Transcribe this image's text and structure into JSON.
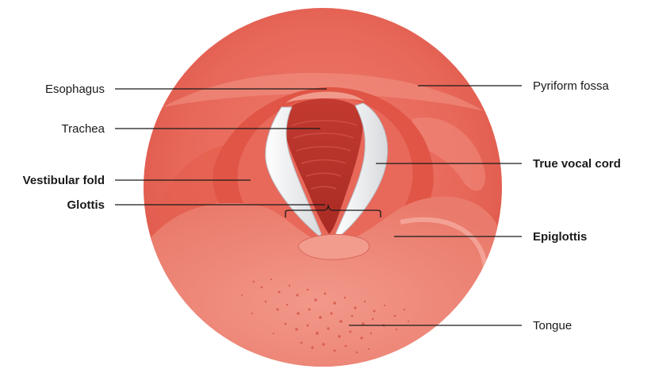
{
  "colors": {
    "tissue_outer": "#e8685a",
    "tissue_mid": "#ea7a6a",
    "tissue_light": "#f08e80",
    "tissue_dark": "#c94a3c",
    "trachea_dark": "#b8312a",
    "vocal_cord": "#eef0f2",
    "tongue_speckle": "#d2503f"
  },
  "labels": {
    "esophagus": "Esophagus",
    "trachea": "Trachea",
    "vestibular_fold": "Vestibular fold",
    "glottis": "Glottis",
    "pyriform_fossa": "Pyriform fossa",
    "true_vocal_cord": "True vocal cord",
    "epiglottis": "Epiglottis",
    "tongue": "Tongue"
  }
}
